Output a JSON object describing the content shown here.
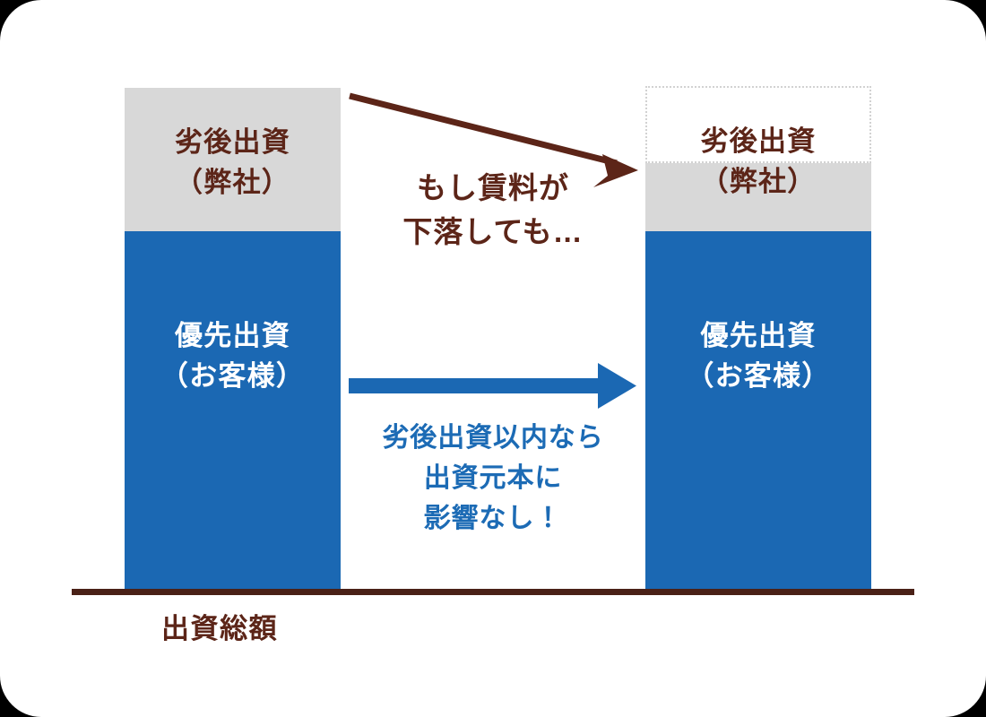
{
  "diagram": {
    "title_caption": "出資総額",
    "colors": {
      "senior_blue": "#1b68b3",
      "subordinate_gray": "#d8d8d8",
      "brown": "#5c2518",
      "baseline_brown": "#4a2117",
      "blue_text": "#1c6bb5",
      "ghost_border": "#d2d2d2",
      "background": "#ffffff"
    },
    "bars": [
      {
        "id": "before",
        "segments": [
          {
            "id": "subordinate",
            "label": "劣後出資\n（弊社）",
            "fill": "gray",
            "text_color": "brown"
          },
          {
            "id": "senior",
            "label": "優先出資\n（お客様）",
            "fill": "blue",
            "text_color": "white"
          }
        ]
      },
      {
        "id": "after",
        "segments": [
          {
            "id": "subordinate-lost",
            "label": "",
            "fill": "ghost",
            "text_color": "brown"
          },
          {
            "id": "subordinate",
            "label": "劣後出資\n（弊社）",
            "fill": "gray",
            "text_color": "brown"
          },
          {
            "id": "senior",
            "label": "優先出資\n（お客様）",
            "fill": "blue",
            "text_color": "white"
          }
        ]
      }
    ],
    "annotations": {
      "decline_note": "もし賃料が\n下落しても…",
      "protection_note": "劣後出資以内なら\n出資元本に\n影響なし！"
    },
    "arrows": [
      {
        "id": "decline-arrow",
        "color": "#5c2518",
        "direction": "down-right"
      },
      {
        "id": "unchanged-arrow",
        "color": "#1b68b3",
        "direction": "right"
      }
    ]
  }
}
